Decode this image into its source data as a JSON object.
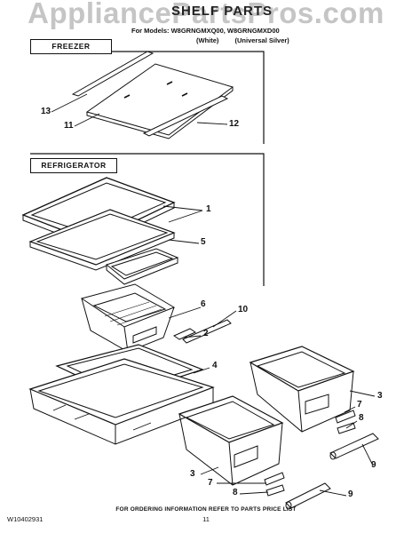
{
  "watermark": "AppliancePartsPros.com",
  "header": {
    "title": "SHELF PARTS",
    "models": "For Models: W8GRNGMXQ00, W8GRNGMXD00",
    "color_white": "(White)",
    "color_silver": "(Universal Silver)"
  },
  "sections": {
    "freezer": "FREEZER",
    "refrigerator": "REFRIGERATOR"
  },
  "callouts": {
    "c13": "13",
    "c11": "11",
    "c12": "12",
    "c1": "1",
    "c5": "5",
    "c6": "6",
    "c10": "10",
    "c2": "2",
    "c4": "4",
    "c3a": "3",
    "c7a": "7",
    "c8a": "8",
    "c9a": "9",
    "c3b": "3",
    "c7b": "7",
    "c8b": "8",
    "c9b": "9"
  },
  "footer": {
    "doc_number": "W10402931",
    "ordering_note": "FOR ORDERING INFORMATION REFER TO PARTS PRICE LIST",
    "page_number": "11"
  }
}
